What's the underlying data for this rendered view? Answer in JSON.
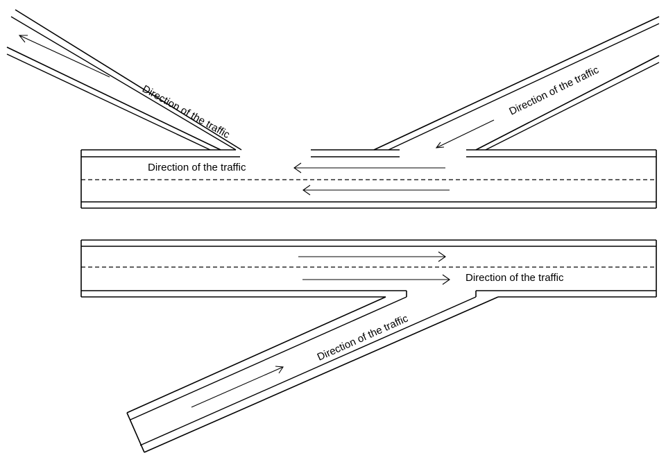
{
  "labels": {
    "upper_left_ramp": "Direction of the traffic",
    "upper_right_ramp": "Direction of the traffic",
    "upper_main_road": "Direction of the traffic",
    "lower_main_road": "Direction of the traffic",
    "lower_ramp": "Direction of the traffic"
  }
}
